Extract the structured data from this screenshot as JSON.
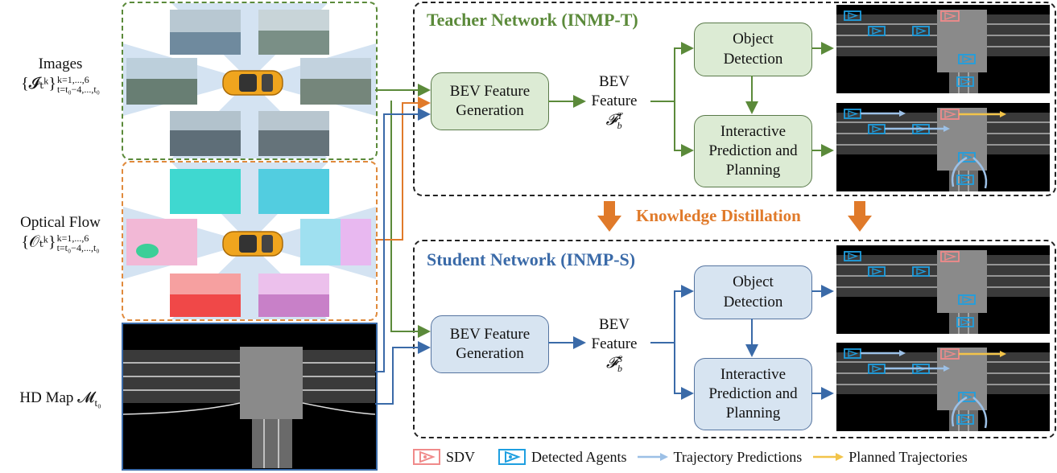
{
  "inputs": {
    "images_label": "Images",
    "images_math": "{𝓘ₜᵏ}",
    "images_sup": "k=1,...,6",
    "images_sub": "t=t₀−4,...,t₀",
    "flow_label": "Optical Flow",
    "flow_math": "{𝒪ₜᵏ}",
    "flow_sup": "k=1,...,6",
    "flow_sub": "t=t₀−4,...,t₀",
    "map_label": "HD Map 𝓜",
    "map_sub": "t₀"
  },
  "teacher": {
    "title": "Teacher Network (INMP-T)",
    "bev_gen": "BEV Feature Generation",
    "bev_feature": "BEV Feature",
    "bev_symbol": "𝓕",
    "bev_sup": "T",
    "bev_sub": "b",
    "detection": "Object Detection",
    "planning": "Interactive Prediction and Planning"
  },
  "distill": "Knowledge Distillation",
  "student": {
    "title": "Student Network (INMP-S)",
    "bev_gen": "BEV Feature Generation",
    "bev_feature": "BEV Feature",
    "bev_symbol": "𝓕",
    "bev_sup": "S",
    "bev_sub": "b",
    "detection": "Object Detection",
    "planning": "Interactive Prediction and Planning"
  },
  "legend": {
    "sdv": "SDV",
    "agents": "Detected Agents",
    "predictions": "Trajectory Predictions",
    "planned": "Planned Trajectories"
  },
  "colors": {
    "teacher_green": "#5b8a3a",
    "student_blue": "#3a6aa8",
    "flow_orange": "#e07a2a",
    "sdv": "#f08a8a",
    "agent": "#1e9fe0",
    "prediction": "#9cc0e6",
    "planned": "#f2c44a"
  }
}
